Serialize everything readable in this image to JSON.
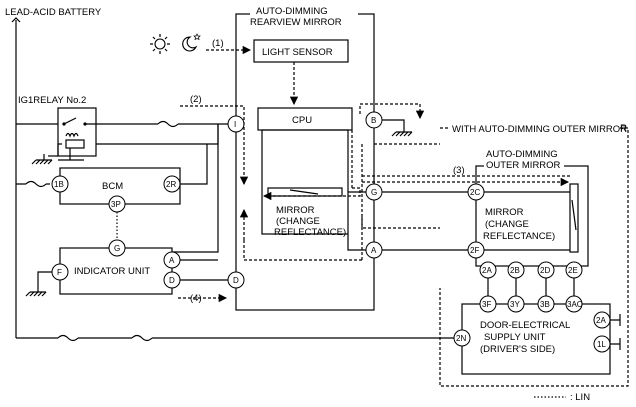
{
  "labels": {
    "battery": "LEAD-ACID BATTERY",
    "mirror_box_l1": "AUTO-DIMMING",
    "mirror_box_l2": "REARVIEW MIRROR",
    "light_sensor": "LIGHT SENSOR",
    "cpu": "CPU",
    "ig1_relay": "IG1RELAY No.2",
    "bcm": "BCM",
    "indicator": "INDICATOR UNIT",
    "mirror_l1": "MIRROR",
    "mirror_l2": "(CHANGE",
    "mirror_l3": "REFLECTANCE)",
    "outer_group": "WITH AUTO-DIMMING OUTER MIRROR",
    "outer_mirror_l1": "AUTO-DIMMING",
    "outer_mirror_l2": "OUTER MIRROR",
    "outer_refl_l1": "MIRROR",
    "outer_refl_l2": "(CHANGE",
    "outer_refl_l3": "REFLECTANCE)",
    "door_l1": "DOOR-ELECTRICAL",
    "door_l2": "SUPPLY UNIT",
    "door_l3": "(DRIVER'S SIDE)",
    "legend": ": LIN"
  },
  "flow_numbers": {
    "n1": "(1)",
    "n2": "(2)",
    "n3": "(3)",
    "n4": "(4)"
  },
  "terminals": {
    "bcm_1b": "1B",
    "bcm_2r": "2R",
    "bcm_3p": "3P",
    "ind_g": "G",
    "ind_f": "F",
    "ind_a": "A",
    "ind_d": "D",
    "mir_i": "I",
    "mir_b": "B",
    "mir_g": "G",
    "mir_a": "A",
    "mir_d": "D",
    "om_2c": "2C",
    "om_2f": "2F",
    "om_2a": "2A",
    "om_2b": "2B",
    "om_2d": "2D",
    "om_2e": "2E",
    "du_3f": "3F",
    "du_3y": "3Y",
    "du_3b": "3B",
    "du_3ac": "3AC",
    "du_2n": "2N",
    "du_2a": "2A",
    "du_1l": "1L"
  }
}
